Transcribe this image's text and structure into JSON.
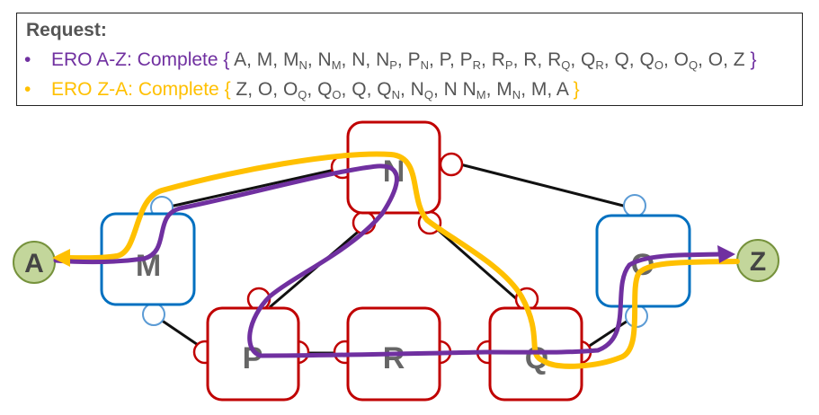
{
  "request": {
    "title": "Request:",
    "ero_az": {
      "bullet": "•",
      "label": "ERO A-Z: Complete",
      "open_brace": "{",
      "close_brace": "}",
      "hops": [
        {
          "t": "A"
        },
        {
          "t": "M"
        },
        {
          "t": "M",
          "s": "N"
        },
        {
          "t": "N",
          "s": "M"
        },
        {
          "t": "N"
        },
        {
          "t": "N",
          "s": "P"
        },
        {
          "t": "P",
          "s": "N"
        },
        {
          "t": "P"
        },
        {
          "t": "P",
          "s": "R"
        },
        {
          "t": "R",
          "s": "P"
        },
        {
          "t": "R"
        },
        {
          "t": "R",
          "s": "Q"
        },
        {
          "t": "Q",
          "s": "R"
        },
        {
          "t": "Q"
        },
        {
          "t": "Q",
          "s": "O"
        },
        {
          "t": "O",
          "s": "Q"
        },
        {
          "t": "O"
        },
        {
          "t": "Z"
        }
      ]
    },
    "ero_za": {
      "bullet": "•",
      "label": "ERO Z-A: Complete",
      "open_brace": "{",
      "close_brace": "}",
      "hops": [
        {
          "t": "Z"
        },
        {
          "t": "O"
        },
        {
          "t": "O",
          "s": "Q"
        },
        {
          "t": "Q",
          "s": "O"
        },
        {
          "t": "Q"
        },
        {
          "t": "Q",
          "s": "N"
        },
        {
          "t": "N",
          "s": "Q"
        },
        {
          "t": "N N",
          "s": "M"
        },
        {
          "t": "M",
          "s": "N"
        },
        {
          "t": "M"
        },
        {
          "t": "A"
        }
      ]
    }
  },
  "nodes": {
    "N": "N",
    "M": "M",
    "O": "O",
    "P": "P",
    "R": "R",
    "Q": "Q"
  },
  "endpoints": {
    "A": "A",
    "Z": "Z"
  },
  "colors": {
    "purple_path": "#7030a0",
    "gold_path": "#ffc000",
    "red_node": "#c00000",
    "blue_node": "#0070c0",
    "endpoint_fill": "#c3d69b",
    "endpoint_stroke": "#76923c",
    "text_gray": "#555555"
  }
}
